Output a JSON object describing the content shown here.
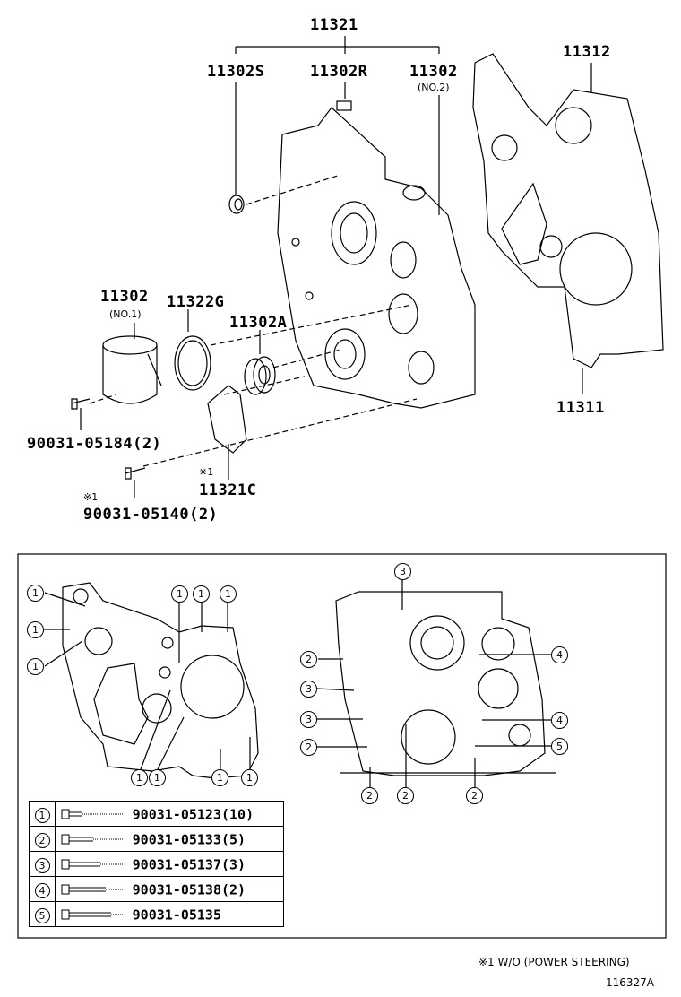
{
  "labels": {
    "assy": "11321",
    "seal_s": "11302S",
    "plug_r": "11302R",
    "case_no2": "11302",
    "case_no2_sub": "(NO.2)",
    "gasket_top": "11312",
    "plate": "11311",
    "case_no1": "11302",
    "case_no1_sub": "(NO.1)",
    "oring": "11322G",
    "seal_a": "11302A",
    "bolt_a": "90031-05184(2)",
    "note_mark": "※1",
    "cover": "11321C",
    "bolt_b_mark": "※1",
    "bolt_b": "90031-05140(2)"
  },
  "callouts": {
    "one": "1",
    "two": "2",
    "three": "3",
    "four": "4",
    "five": "5"
  },
  "legend": [
    {
      "key": "1",
      "part": "90031-05123(10)"
    },
    {
      "key": "2",
      "part": "90031-05133(5)"
    },
    {
      "key": "3",
      "part": "90031-05137(3)"
    },
    {
      "key": "4",
      "part": "90031-05138(2)"
    },
    {
      "key": "5",
      "part": "90031-05135"
    }
  ],
  "footnote": "※1  W/O (POWER STEERING)",
  "figure_id": "116327A"
}
